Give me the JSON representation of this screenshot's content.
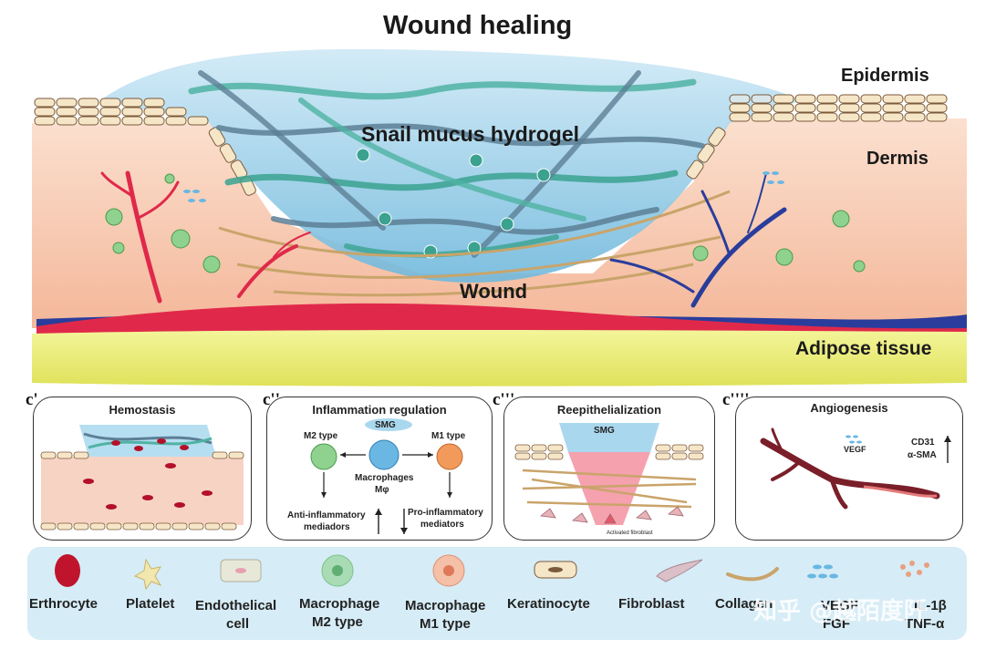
{
  "title": "Wound healing",
  "main_labels": {
    "epidermis": "Epidermis",
    "dermis": "Dermis",
    "hydrogel": "Snail mucus hydrogel",
    "wound": "Wound",
    "adipose": "Adipose tissue"
  },
  "panels": [
    {
      "tag": "c'",
      "title": "Hemostasis"
    },
    {
      "tag": "c''",
      "title": "Inflammation regulation",
      "smg": "SMG",
      "m2": "M2 type",
      "m1": "M1 type",
      "macro": "Macrophages",
      "macro_sym": "Mφ",
      "anti_1": "Anti-inflammatory",
      "anti_2": "mediadors",
      "pro_1": "Pro-inflammatory",
      "pro_2": "mediators"
    },
    {
      "tag": "c'''",
      "title": "Reepithelialization",
      "smg": "SMG",
      "fib": "Activated fibroblast"
    },
    {
      "tag": "c''''",
      "title": "Angiogenesis",
      "vegf": "VEGF",
      "cd31": "CD31",
      "asma": "α-SMA"
    }
  ],
  "legend": [
    {
      "l1": "Erthrocyte",
      "l2": ""
    },
    {
      "l1": "Platelet",
      "l2": ""
    },
    {
      "l1": "Endothelical",
      "l2": "cell"
    },
    {
      "l1": "Macrophage",
      "l2": "M2 type"
    },
    {
      "l1": "Macrophage",
      "l2": "M1 type"
    },
    {
      "l1": "Keratinocyte",
      "l2": ""
    },
    {
      "l1": "Fibroblast",
      "l2": ""
    },
    {
      "l1": "Collagen",
      "l2": ""
    },
    {
      "l1": "VEGF",
      "l2": "FGF"
    },
    {
      "l1": "IL-1β",
      "l2": "TNF-α"
    }
  ],
  "watermark": "知乎 @越陌度阡",
  "colors": {
    "dermis": "#f7c9ae",
    "hydrogel": "#a9d8ee",
    "artery": "#e0294a",
    "vein": "#2a3d9c",
    "adipose": "#eef07a",
    "legend_bg": "#d6ecf6"
  }
}
